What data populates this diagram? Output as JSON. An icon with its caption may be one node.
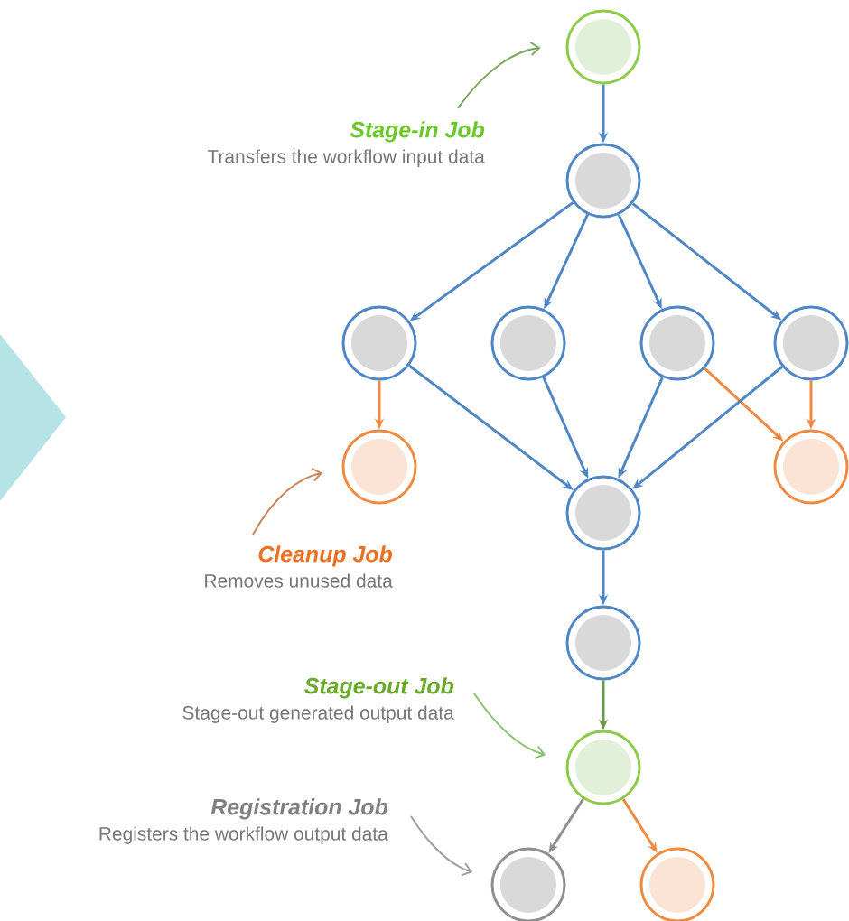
{
  "diagram": {
    "nodes": [
      {
        "text": [],
        "shape": "circle"
      },
      {
        "text": [
          "Stage-in Job",
          "Transfers the workflow input data"
        ]
      },
      {
        "text": [],
        "shape": "circle"
      },
      {
        "text": [],
        "shape": "circle"
      },
      {
        "text": [],
        "shape": "circle"
      },
      {
        "text": [],
        "shape": "circle"
      },
      {
        "text": [],
        "shape": "circle"
      },
      {
        "text": [],
        "shape": "circle"
      },
      {
        "text": [],
        "shape": "circle"
      },
      {
        "text": [
          "Cleanup Job",
          "Removes unused data"
        ]
      },
      {
        "text": [],
        "shape": "circle"
      },
      {
        "text": [],
        "shape": "circle"
      },
      {
        "text": [
          "Stage-out Job",
          "Stage-out generated output data"
        ]
      },
      {
        "text": [],
        "shape": "circle"
      },
      {
        "text": [
          "Registration Job",
          "Registers the workflow output data"
        ]
      },
      {
        "text": [],
        "shape": "circle"
      },
      {
        "text": [],
        "shape": "circle"
      }
    ],
    "edges": [
      {
        "from": 0,
        "to": 2,
        "arrow": "to"
      },
      {
        "from": 2,
        "to": 3,
        "arrow": "to"
      },
      {
        "from": 2,
        "to": 4,
        "arrow": "to"
      },
      {
        "from": 2,
        "to": 5,
        "arrow": "to"
      },
      {
        "from": 2,
        "to": 6,
        "arrow": "to"
      },
      {
        "from": 3,
        "to": 7,
        "arrow": "to",
        "color": "#f08a40"
      },
      {
        "from": 3,
        "to": 10,
        "arrow": "to"
      },
      {
        "from": 4,
        "to": 10,
        "arrow": "to"
      },
      {
        "from": 5,
        "to": 10,
        "arrow": "to"
      },
      {
        "from": 5,
        "to": 8,
        "arrow": "to",
        "color": "#f08a40"
      },
      {
        "from": 6,
        "to": 10,
        "arrow": "to"
      },
      {
        "from": 6,
        "to": 8,
        "arrow": "to",
        "color": "#f08a40"
      },
      {
        "from": 10,
        "to": 11,
        "arrow": "to"
      },
      {
        "from": 11,
        "to": 13,
        "arrow": "to",
        "color": "#6a9a4a"
      },
      {
        "from": 13,
        "to": 15,
        "arrow": "to",
        "color": "#8f8f8f"
      },
      {
        "from": 13,
        "to": 16,
        "arrow": "to",
        "color": "#f08a40"
      },
      {
        "from": 1,
        "to": 0,
        "arrow": "to",
        "color": "#7aa860"
      },
      {
        "from": 9,
        "to": 7,
        "arrow": "to",
        "color": "#c8865a"
      },
      {
        "from": 12,
        "to": 13,
        "arrow": "to",
        "color": "#8cbf70"
      },
      {
        "from": 14,
        "to": 15,
        "arrow": "to",
        "color": "#a0a0a0"
      }
    ]
  }
}
